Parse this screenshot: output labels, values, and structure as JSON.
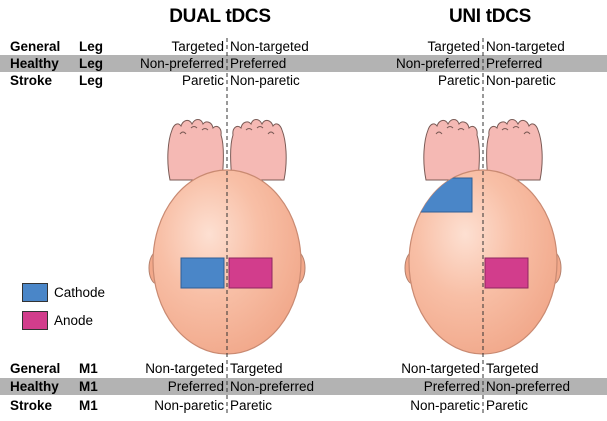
{
  "titles": {
    "dual": "DUAL tDCS",
    "uni": "UNI tDCS"
  },
  "top_rows": [
    {
      "group": "General",
      "target": "Leg",
      "dual_left": "Targeted",
      "dual_right": "Non-targeted",
      "uni_left": "Targeted",
      "uni_right": "Non-targeted",
      "highlight": false
    },
    {
      "group": "Healthy",
      "target": "Leg",
      "dual_left": "Non-preferred",
      "dual_right": "Preferred",
      "uni_left": "Non-preferred",
      "uni_right": "Preferred",
      "highlight": true
    },
    {
      "group": "Stroke",
      "target": "Leg",
      "dual_left": "Paretic",
      "dual_right": "Non-paretic",
      "uni_left": "Paretic",
      "uni_right": "Non-paretic",
      "highlight": false
    }
  ],
  "bottom_rows": [
    {
      "group": "General",
      "target": "M1",
      "dual_left": "Non-targeted",
      "dual_right": "Targeted",
      "uni_left": "Non-targeted",
      "uni_right": "Targeted",
      "highlight": false
    },
    {
      "group": "Healthy",
      "target": "M1",
      "dual_left": "Preferred",
      "dual_right": "Non-preferred",
      "uni_left": "Preferred",
      "uni_right": "Non-preferred",
      "highlight": true
    },
    {
      "group": "Stroke",
      "target": "M1",
      "dual_left": "Non-paretic",
      "dual_right": "Paretic",
      "uni_left": "Non-paretic",
      "uni_right": "Paretic",
      "highlight": false
    }
  ],
  "legend": [
    {
      "label": "Cathode",
      "color": "#4a86c8"
    },
    {
      "label": "Anode",
      "color": "#d23d8c"
    }
  ],
  "colors": {
    "skin": "#f7b49a",
    "skin_dark": "#c98a72",
    "foot": "#f5b9b4",
    "cathode": "#4a86c8",
    "anode": "#d23d8c",
    "band": "#b3b3b3"
  }
}
